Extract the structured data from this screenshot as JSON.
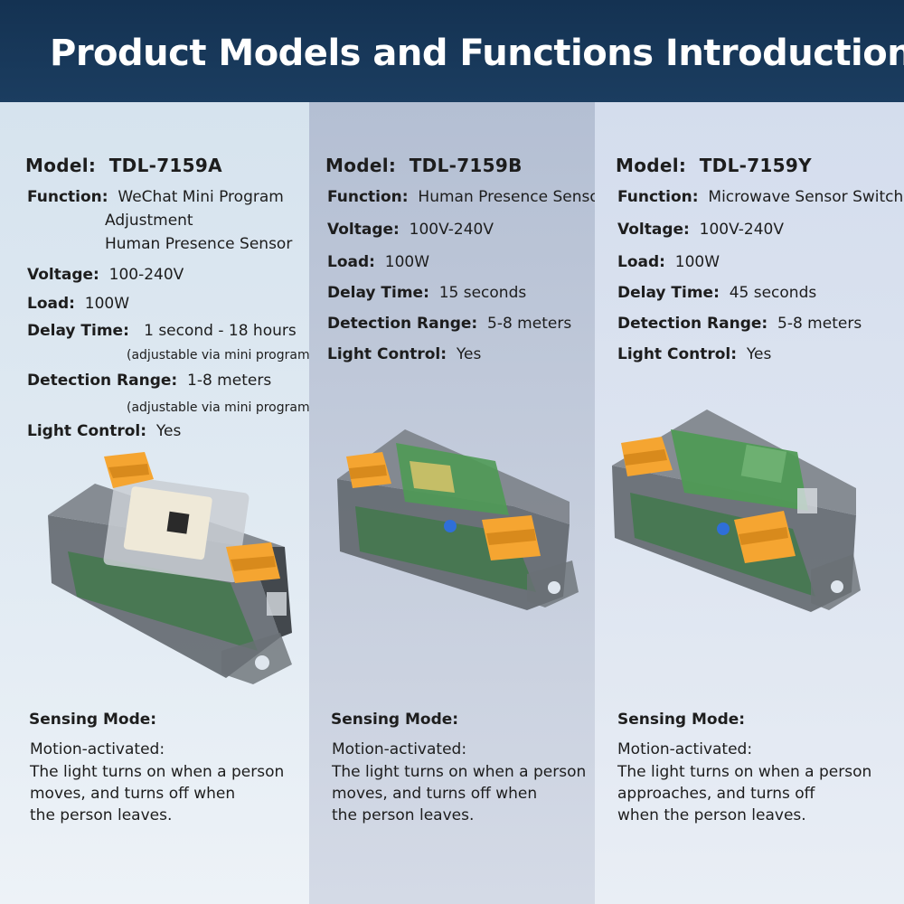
{
  "header": {
    "title": "Product Models and Functions Introduction"
  },
  "sep": ": ",
  "colors": {
    "header_bg": "#143252",
    "connector_orange": "#f5a531",
    "board_green": "#3f8a4a"
  },
  "models": [
    {
      "model_label": "Model:",
      "model_value": "TDL-7159A",
      "function_label": "Function:",
      "function_lines": [
        "WeChat Mini Program",
        "Adjustment",
        "Human Presence Sensor"
      ],
      "voltage_label": "Voltage:",
      "voltage_value": "100-240V",
      "load_label": "Load:",
      "load_value": "100W",
      "delay_label": "Delay Time:",
      "delay_value": "1 second - 18 hours",
      "delay_note": "(adjustable via mini program)",
      "range_label": "Detection Range:",
      "range_value": "1-8 meters",
      "range_note": "(adjustable via mini program)",
      "light_label": "Light Control:",
      "light_value": "Yes",
      "sensing_title": "Sensing Mode:",
      "sensing_lines": [
        "Motion-activated:",
        "The light turns on when a person",
        "moves, and turns off when",
        "the person leaves."
      ]
    },
    {
      "model_label": "Model:",
      "model_value": "TDL-7159B",
      "function_label": "Function:",
      "function_lines": [
        "Human Presence Sensor"
      ],
      "voltage_label": "Voltage:",
      "voltage_value": "100V-240V",
      "load_label": "Load:",
      "load_value": "100W",
      "delay_label": "Delay Time:",
      "delay_value": "15 seconds",
      "range_label": "Detection Range:",
      "range_value": "5-8 meters",
      "light_label": "Light Control:",
      "light_value": "Yes",
      "sensing_title": "Sensing Mode:",
      "sensing_lines": [
        "Motion-activated:",
        "The light turns on when a person",
        "moves, and turns off when",
        "the person leaves."
      ]
    },
    {
      "model_label": "Model:",
      "model_value": "TDL-7159Y",
      "function_label": "Function:",
      "function_lines": [
        "Microwave Sensor Switch"
      ],
      "voltage_label": "Voltage:",
      "voltage_value": "100V-240V",
      "load_label": "Load:",
      "load_value": "100W",
      "delay_label": "Delay Time:",
      "delay_value": "45 seconds",
      "range_label": "Detection Range:",
      "range_value": "5-8 meters",
      "light_label": "Light Control:",
      "light_value": "Yes",
      "sensing_title": "Sensing Mode:",
      "sensing_lines": [
        "Motion-activated:",
        "The light turns on when a person",
        "approaches, and turns off",
        "when the person leaves."
      ]
    }
  ]
}
